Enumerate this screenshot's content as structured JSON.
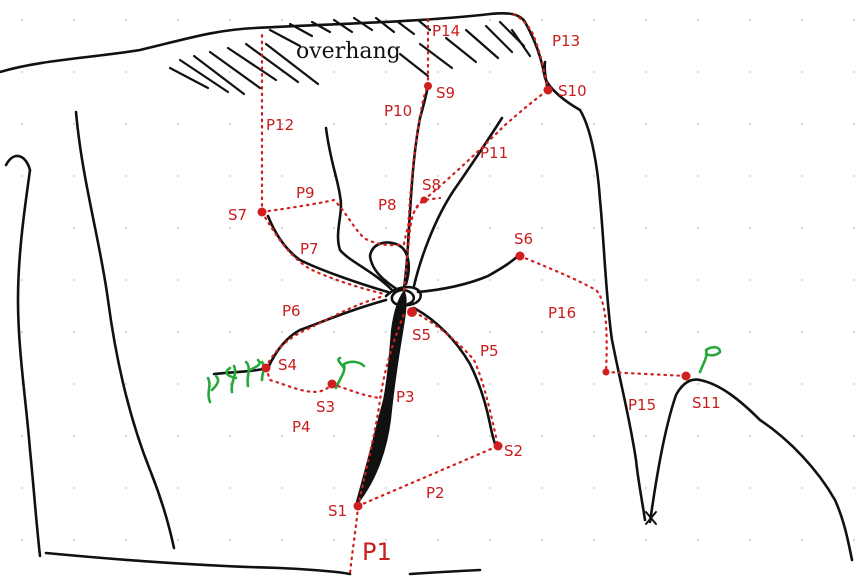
{
  "annotations": {
    "overhang": "overhang"
  },
  "stations": [
    {
      "id": "s1",
      "label": "S1"
    },
    {
      "id": "s2",
      "label": "S2"
    },
    {
      "id": "s3",
      "label": "S3"
    },
    {
      "id": "s4",
      "label": "S4"
    },
    {
      "id": "s5",
      "label": "S5"
    },
    {
      "id": "s6",
      "label": "S6"
    },
    {
      "id": "s7",
      "label": "S7"
    },
    {
      "id": "s8",
      "label": "S8"
    },
    {
      "id": "s9",
      "label": "S9"
    },
    {
      "id": "s10",
      "label": "S10"
    },
    {
      "id": "s11",
      "label": "S11"
    }
  ],
  "paths": [
    {
      "id": "p1",
      "label": "P1"
    },
    {
      "id": "p2",
      "label": "P2"
    },
    {
      "id": "p3",
      "label": "P3"
    },
    {
      "id": "p4",
      "label": "P4"
    },
    {
      "id": "p5",
      "label": "P5"
    },
    {
      "id": "p6",
      "label": "P6"
    },
    {
      "id": "p7",
      "label": "P7"
    },
    {
      "id": "p8",
      "label": "P8"
    },
    {
      "id": "p9",
      "label": "P9"
    },
    {
      "id": "p10",
      "label": "P10"
    },
    {
      "id": "p11",
      "label": "P11"
    },
    {
      "id": "p12",
      "label": "P12"
    },
    {
      "id": "p13",
      "label": "P13"
    },
    {
      "id": "p14",
      "label": "P14"
    },
    {
      "id": "p15",
      "label": "P15"
    },
    {
      "id": "p16",
      "label": "P16"
    }
  ],
  "colors": {
    "ink": "#111111",
    "route": "#d11f1f",
    "vegetation": "#27a83a",
    "background": "#ffffff"
  }
}
